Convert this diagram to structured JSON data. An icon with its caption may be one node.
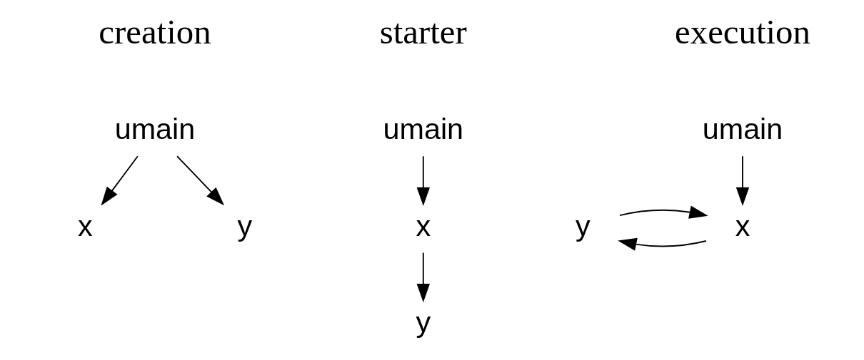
{
  "diagram": {
    "nodes": [
      {
        "text": [
          "umain"
        ]
      },
      {
        "text": [
          "x"
        ]
      },
      {
        "text": [
          "y"
        ]
      },
      {
        "text": [
          "umain"
        ]
      },
      {
        "text": [
          "x"
        ]
      },
      {
        "text": [
          "y"
        ]
      },
      {
        "text": [
          "umain"
        ]
      },
      {
        "text": [
          "x"
        ]
      },
      {
        "text": [
          "y"
        ]
      }
    ],
    "edges": [
      {
        "from": 0,
        "to": 1,
        "arrow": "to"
      },
      {
        "from": 0,
        "to": 2,
        "arrow": "to"
      },
      {
        "from": 3,
        "to": 4,
        "arrow": "to"
      },
      {
        "from": 4,
        "to": 5,
        "arrow": "to"
      },
      {
        "from": 6,
        "to": 7,
        "arrow": "to"
      },
      {
        "from": 7,
        "to": 8,
        "arrow": "to"
      },
      {
        "from": 8,
        "to": 7,
        "arrow": "to"
      }
    ],
    "labels": [
      "creation",
      "starter",
      "execution"
    ]
  }
}
